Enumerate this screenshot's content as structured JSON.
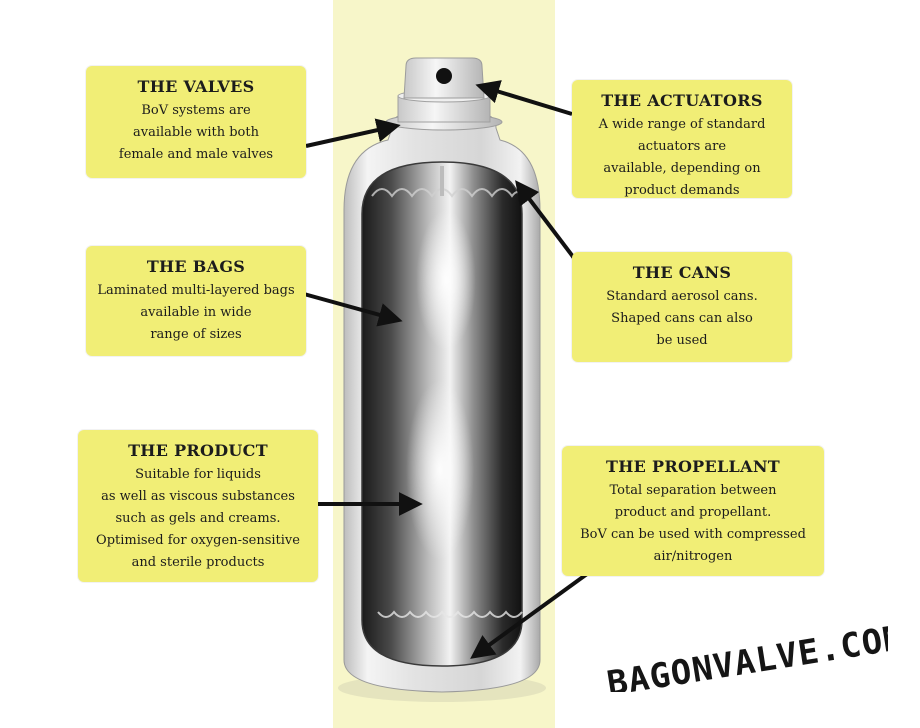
{
  "labels": {
    "valves": {
      "title": "THE VALVES",
      "lines": [
        "BoV systems are",
        "available with both",
        "female and male valves"
      ]
    },
    "actuators": {
      "title": "THE ACTUATORS",
      "lines": [
        "A wide range of standard",
        "actuators are",
        "available, depending on",
        "product demands"
      ]
    },
    "bags": {
      "title": "THE BAGS",
      "lines": [
        "Laminated multi-layered bags",
        "available in wide",
        "range of sizes"
      ]
    },
    "cans": {
      "title": "THE CANS",
      "lines": [
        "Standard aerosol cans.",
        "Shaped cans can also",
        "be used"
      ]
    },
    "product": {
      "title": "THE PRODUCT",
      "lines": [
        "Suitable for liquids",
        "as well as viscous substances",
        "such as gels and creams.",
        "Optimised for oxygen-sensitive",
        "and sterile products"
      ]
    },
    "propellant": {
      "title": "THE PROPELLANT",
      "lines": [
        "Total separation between",
        "product and propellant.",
        "BoV can be used with compressed",
        "air/nitrogen"
      ]
    }
  },
  "logo_text": "BAGONVALVE.COM",
  "colors": {
    "label_background": "#f1ee76",
    "band_background": "#f7f6c9",
    "arrow": "#111111"
  }
}
